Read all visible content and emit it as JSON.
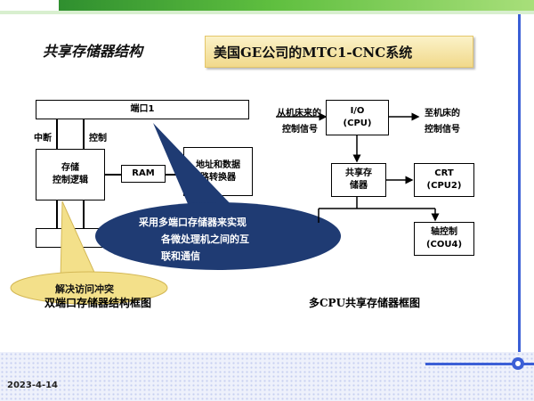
{
  "slide": {
    "title_left": "共享存储器结构",
    "title_right": "美国GE公司的MTC1-CNC系统",
    "date": "2023-4-14"
  },
  "left_diagram": {
    "port": "端口1",
    "interrupt": "中断",
    "control": "控制",
    "storage_ctrl_line1": "存储",
    "storage_ctrl_line2": "控制逻辑",
    "ram": "RAM",
    "addr_conv_line1": "地址和数据",
    "addr_conv_line2": "路转换器",
    "caption": "双端口存储器结构框图"
  },
  "right_diagram": {
    "from_machine_line1": "从机床来的",
    "from_machine_line2": "控制信号",
    "io_line1": "I/O",
    "io_line2": "(CPU)",
    "to_machine_line1": "至机床的",
    "to_machine_line2": "控制信号",
    "shared_line1": "共享存",
    "shared_line2": "储器",
    "crt_line1": "CRT",
    "crt_line2": "(CPU2)",
    "axis_line1": "轴控制",
    "axis_line2": "(COU4)",
    "caption": "多CPU共享存储器框图"
  },
  "callouts": {
    "blue_line1": "采用多端口存储器来实现",
    "blue_line2": "各微处理机之间的互",
    "blue_line3": "联和通信",
    "yellow": "解决访问冲突"
  },
  "colors": {
    "top_bar": "#2f8f2f",
    "blue_callout": "#1f3b73",
    "yellow_callout": "#f3e08a",
    "accent_line": "#3b5fd6"
  }
}
